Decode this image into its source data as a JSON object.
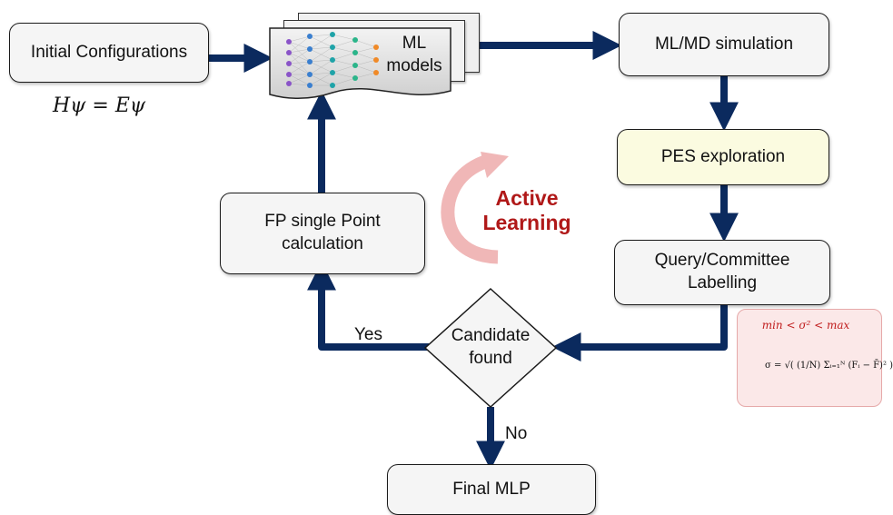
{
  "nodes": {
    "initial": "Initial Configurations",
    "ml_models": "ML\nmodels",
    "mlmd": "ML/MD simulation",
    "pes": "PES exploration",
    "query": "Query/Committee\nLabelling",
    "candidate": "Candidate\nfound",
    "fp": "FP single Point\ncalculation",
    "final": "Final MLP"
  },
  "edges": {
    "yes": "Yes",
    "no": "No"
  },
  "schrodinger": "Hψ = Eψ",
  "active_learning": "Active\nLearning",
  "formula": {
    "condition": "min < σ² < max",
    "sigma": "σ = √( (1/N) Σᵢ₌₁ᴺ (Fᵢ − F̄)² )"
  },
  "colors": {
    "arrow": "#0b2a5e",
    "active": "#b01818",
    "pes_fill": "#fbfbe0",
    "box_fill": "#f5f5f5"
  }
}
